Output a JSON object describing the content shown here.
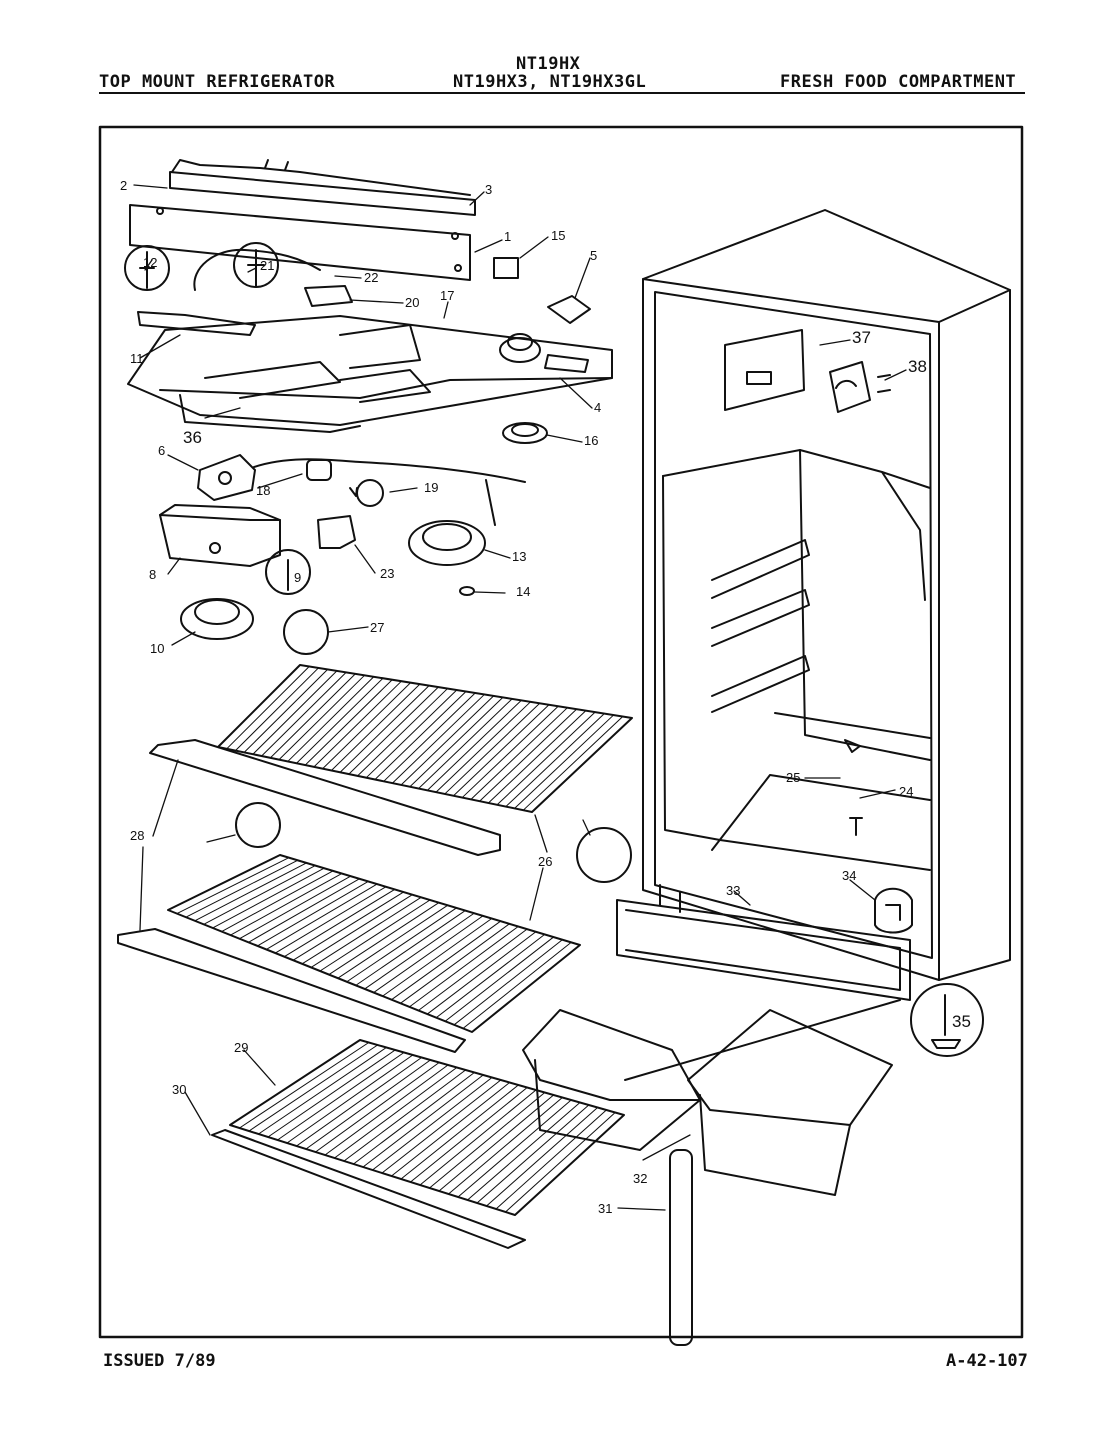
{
  "header": {
    "left": "TOP MOUNT REFRIGERATOR",
    "model_line1": "NT19HX",
    "model_line2": "NT19HX3, NT19HX3GL",
    "right": "FRESH FOOD COMPARTMENT"
  },
  "footer": {
    "issued": "ISSUED 7/89",
    "doc_number": "A-42-107"
  },
  "part_labels": [
    "1",
    "2",
    "3",
    "4",
    "5",
    "6",
    "8",
    "9",
    "10",
    "11",
    "12",
    "13",
    "14",
    "15",
    "16",
    "17",
    "18",
    "19",
    "20",
    "21",
    "22",
    "23",
    "24",
    "25",
    "26",
    "27",
    "28",
    "29",
    "30",
    "31",
    "32",
    "33",
    "34",
    "35",
    "36",
    "37",
    "38"
  ]
}
